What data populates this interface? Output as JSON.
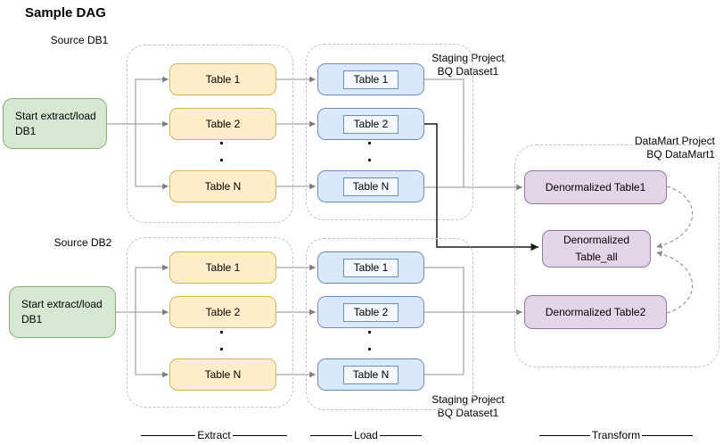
{
  "title": "Sample DAG",
  "labels": {
    "source1": "Source DB1",
    "source2": "Source DB2"
  },
  "start1": {
    "line1": "Start extract/load",
    "line2": "DB1"
  },
  "start2": {
    "line1": "Start extract/load",
    "line2": "DB1"
  },
  "extract1": {
    "tables": [
      "Table 1",
      "Table 2",
      "Table N"
    ]
  },
  "extract2": {
    "tables": [
      "Table 1",
      "Table 2",
      "Table N"
    ]
  },
  "load1": {
    "tables": [
      "Table 1",
      "Table 2",
      "Table N"
    ]
  },
  "load2": {
    "tables": [
      "Table 1",
      "Table 2",
      "Table N"
    ]
  },
  "staging_top": {
    "line1": "Staging Project",
    "line2": "BQ Dataset1"
  },
  "staging_bottom": {
    "line1": "Staging Project",
    "line2": "BQ Dataset1"
  },
  "datamart": {
    "line1": "DataMart Project",
    "line2": "BQ DataMart1"
  },
  "transform": {
    "table1": "Denormalized Table1",
    "table_all": {
      "line1": "Denormalized",
      "line2": "Table_all"
    },
    "table2": "Denormalized Table2"
  },
  "stages": {
    "extract": "Extract",
    "load": "Load",
    "transform": "Transform"
  },
  "dot": ".",
  "colors": {
    "green_fill": "#d5e8d4",
    "green_border": "#82b366",
    "yellow_fill": "#ffeec9",
    "yellow_border": "#d6b656",
    "blue_fill": "#dae8fc",
    "blue_border": "#6c8ebf",
    "blue_inner_fill": "#f3f8fe",
    "purple_fill": "#e1d5e7",
    "purple_border": "#9673a6",
    "group_border": "#c2c2c2",
    "connector_gray": "#8f8f8f",
    "connector_black": "#1a1a1a",
    "dashed_arc": "#999999"
  }
}
